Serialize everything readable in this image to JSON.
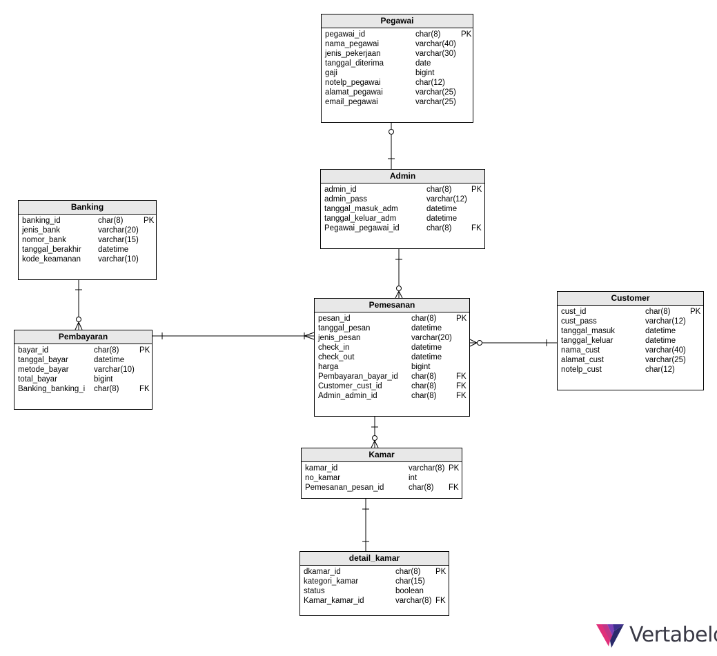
{
  "entities": [
    {
      "name": "Pegawai",
      "columns": [
        {
          "name": "pegawai_id",
          "type": "char(8)",
          "key": "PK"
        },
        {
          "name": "nama_pegawai",
          "type": "varchar(40)",
          "key": ""
        },
        {
          "name": "jenis_pekerjaan",
          "type": "varchar(30)",
          "key": ""
        },
        {
          "name": "tanggal_diterima",
          "type": "date",
          "key": ""
        },
        {
          "name": "gaji",
          "type": "bigint",
          "key": ""
        },
        {
          "name": "notelp_pegawai",
          "type": "char(12)",
          "key": ""
        },
        {
          "name": "alamat_pegawai",
          "type": "varchar(25)",
          "key": ""
        },
        {
          "name": "email_pegawai",
          "type": "varchar(25)",
          "key": ""
        }
      ]
    },
    {
      "name": "Admin",
      "columns": [
        {
          "name": "admin_id",
          "type": "char(8)",
          "key": "PK"
        },
        {
          "name": "admin_pass",
          "type": "varchar(12)",
          "key": ""
        },
        {
          "name": "tanggal_masuk_adm",
          "type": "datetime",
          "key": ""
        },
        {
          "name": "tanggal_keluar_adm",
          "type": "datetime",
          "key": ""
        },
        {
          "name": "Pegawai_pegawai_id",
          "type": "char(8)",
          "key": "FK"
        }
      ]
    },
    {
      "name": "Banking",
      "columns": [
        {
          "name": "banking_id",
          "type": "char(8)",
          "key": "PK"
        },
        {
          "name": "jenis_bank",
          "type": "varchar(20)",
          "key": ""
        },
        {
          "name": "nomor_bank",
          "type": "varchar(15)",
          "key": ""
        },
        {
          "name": "tanggal_berakhir",
          "type": "datetime",
          "key": ""
        },
        {
          "name": "kode_keamanan",
          "type": "varchar(10)",
          "key": ""
        }
      ]
    },
    {
      "name": "Pemesanan",
      "columns": [
        {
          "name": "pesan_id",
          "type": "char(8)",
          "key": "PK"
        },
        {
          "name": "tanggal_pesan",
          "type": "datetime",
          "key": ""
        },
        {
          "name": "jenis_pesan",
          "type": "varchar(20)",
          "key": ""
        },
        {
          "name": "check_in",
          "type": "datetime",
          "key": ""
        },
        {
          "name": "check_out",
          "type": "datetime",
          "key": ""
        },
        {
          "name": "harga",
          "type": "bigint",
          "key": ""
        },
        {
          "name": "Pembayaran_bayar_id",
          "type": "char(8)",
          "key": "FK"
        },
        {
          "name": "Customer_cust_id",
          "type": "char(8)",
          "key": "FK"
        },
        {
          "name": "Admin_admin_id",
          "type": "char(8)",
          "key": "FK"
        }
      ]
    },
    {
      "name": "Customer",
      "columns": [
        {
          "name": "cust_id",
          "type": "char(8)",
          "key": "PK"
        },
        {
          "name": "cust_pass",
          "type": "varchar(12)",
          "key": ""
        },
        {
          "name": "tanggal_masuk",
          "type": "datetime",
          "key": ""
        },
        {
          "name": "tanggal_keluar",
          "type": "datetime",
          "key": ""
        },
        {
          "name": "nama_cust",
          "type": "varchar(40)",
          "key": ""
        },
        {
          "name": "alamat_cust",
          "type": "varchar(25)",
          "key": ""
        },
        {
          "name": "notelp_cust",
          "type": "char(12)",
          "key": ""
        }
      ]
    },
    {
      "name": "Pembayaran",
      "columns": [
        {
          "name": "bayar_id",
          "type": "char(8)",
          "key": "PK"
        },
        {
          "name": "tanggal_bayar",
          "type": "datetime",
          "key": ""
        },
        {
          "name": "metode_bayar",
          "type": "varchar(10)",
          "key": ""
        },
        {
          "name": "total_bayar",
          "type": "bigint",
          "key": ""
        },
        {
          "name": "Banking_banking_i",
          "type": "char(8)",
          "key": "FK"
        }
      ]
    },
    {
      "name": "Kamar",
      "columns": [
        {
          "name": "kamar_id",
          "type": "varchar(8)",
          "key": "PK"
        },
        {
          "name": "no_kamar",
          "type": "int",
          "key": ""
        },
        {
          "name": "Pemesanan_pesan_id",
          "type": "char(8)",
          "key": "FK"
        }
      ]
    },
    {
      "name": "detail_kamar",
      "columns": [
        {
          "name": "dkamar_id",
          "type": "char(8)",
          "key": "PK"
        },
        {
          "name": "kategori_kamar",
          "type": "char(15)",
          "key": ""
        },
        {
          "name": "status",
          "type": "boolean",
          "key": ""
        },
        {
          "name": "Kamar_kamar_id",
          "type": "varchar(8)",
          "key": "FK"
        }
      ]
    }
  ],
  "relationships": [
    {
      "from": "Pegawai",
      "to": "Admin",
      "from_end": "zero-or-one",
      "to_end": "one"
    },
    {
      "from": "Admin",
      "to": "Pemesanan",
      "from_end": "one",
      "to_end": "zero-or-many"
    },
    {
      "from": "Banking",
      "to": "Pembayaran",
      "from_end": "one",
      "to_end": "zero-or-many"
    },
    {
      "from": "Pembayaran",
      "to": "Pemesanan",
      "from_end": "one",
      "to_end": "one-or-many"
    },
    {
      "from": "Customer",
      "to": "Pemesanan",
      "from_end": "one",
      "to_end": "zero-or-many"
    },
    {
      "from": "Pemesanan",
      "to": "Kamar",
      "from_end": "one",
      "to_end": "zero-or-many"
    },
    {
      "from": "Kamar",
      "to": "detail_kamar",
      "from_end": "one",
      "to_end": "one"
    }
  ],
  "logo": {
    "text": "Vertabelo",
    "colors": [
      "#e0307a",
      "#7b3fb5",
      "#2a2a6a",
      "#3a3a46"
    ]
  }
}
